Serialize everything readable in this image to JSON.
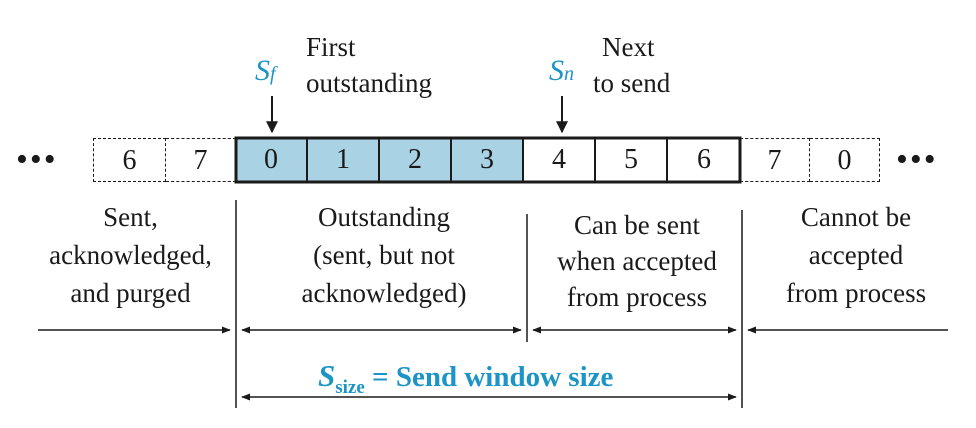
{
  "ellipsis_left": "•••",
  "ellipsis_right": "•••",
  "pointers": {
    "sf_symbol": "S",
    "sf_sub": "f",
    "sf_line1": "First",
    "sf_line2": "outstanding",
    "sn_symbol": "S",
    "sn_sub": "n",
    "sn_line1": "Next",
    "sn_line2": "to send"
  },
  "cells": {
    "acked": [
      "6",
      "7"
    ],
    "outstanding": [
      "0",
      "1",
      "2",
      "3"
    ],
    "usable": [
      "4",
      "5",
      "6"
    ],
    "unusable": [
      "7",
      "0"
    ]
  },
  "regions": {
    "acked": [
      "Sent,",
      "acknowledged,",
      "and purged"
    ],
    "outstanding": [
      "Outstanding",
      "(sent, but not",
      "acknowledged)"
    ],
    "usable": [
      "Can be sent",
      "when accepted",
      "from process"
    ],
    "unusable": [
      "Cannot be",
      "accepted",
      "from process"
    ]
  },
  "window": {
    "symbol": "S",
    "sub": "size",
    "text": " = Send window size"
  },
  "colors": {
    "outstanding_fill": "#a9d2e4",
    "accent": "#1c94c6",
    "ink": "#1a1a1a"
  }
}
